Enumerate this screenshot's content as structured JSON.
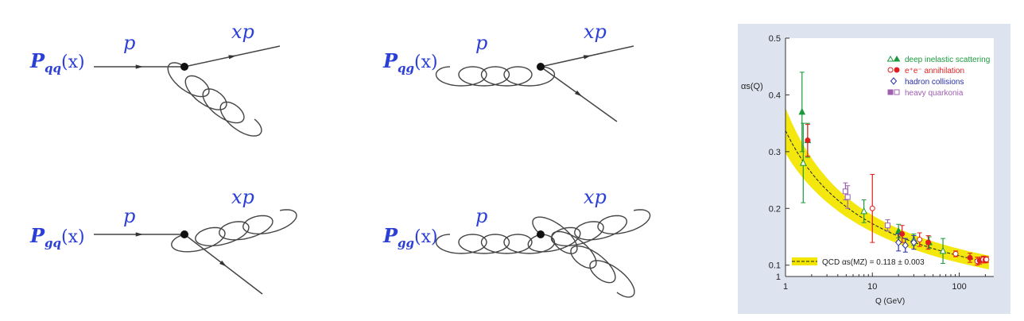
{
  "diagrams": [
    {
      "name": "qq",
      "func": "P",
      "sub": "qq",
      "arg": "(x)",
      "incoming": "p",
      "outgoing": "xp"
    },
    {
      "name": "qg",
      "func": "P",
      "sub": "qg",
      "arg": "(x)",
      "incoming": "p",
      "outgoing": "xp"
    },
    {
      "name": "gq",
      "func": "P",
      "sub": "gq",
      "arg": "(x)",
      "incoming": "p",
      "outgoing": "xp"
    },
    {
      "name": "gg",
      "func": "P",
      "sub": "gg",
      "arg": "(x)",
      "incoming": "p",
      "outgoing": "xp"
    }
  ],
  "colors": {
    "label": "#2b3fd6",
    "band": "#f2e600",
    "green": "#1a9a3c",
    "red": "#e02020",
    "blue": "#2a2fa8",
    "purple": "#a060b0",
    "panel": "#dde3ef"
  },
  "chart_data": {
    "type": "scatter",
    "ylabel": "αs(Q)",
    "xlabel": "Q (GeV)",
    "xscale": "log",
    "xlim": [
      1,
      250
    ],
    "ylim": [
      0.08,
      0.5
    ],
    "x_ticks": [
      "1",
      "10",
      "100"
    ],
    "y_ticks": [
      "0.5",
      "0.4",
      "0.3",
      "0.2",
      "0.1",
      "1"
    ],
    "legend_position": "top-right",
    "series": [
      {
        "name": "deep inelastic scattering",
        "color": "#1a9a3c",
        "points": [
          {
            "x": 1.55,
            "y": 0.37,
            "err": 0.07
          },
          {
            "x": 1.6,
            "y": 0.28,
            "err": 0.07
          },
          {
            "x": 1.8,
            "y": 0.32,
            "err": 0.03
          },
          {
            "x": 8,
            "y": 0.195,
            "err": 0.02
          },
          {
            "x": 20,
            "y": 0.16,
            "err": 0.012
          },
          {
            "x": 30,
            "y": 0.145,
            "err": 0.01
          },
          {
            "x": 45,
            "y": 0.14,
            "err": 0.01
          },
          {
            "x": 65,
            "y": 0.125,
            "err": 0.022
          }
        ]
      },
      {
        "name": "e⁺e⁻ annihilation",
        "color": "#e02020",
        "points": [
          {
            "x": 1.8,
            "y": 0.32,
            "err": 0.028
          },
          {
            "x": 10,
            "y": 0.2,
            "err": 0.06
          },
          {
            "x": 22,
            "y": 0.155,
            "err": 0.015
          },
          {
            "x": 35,
            "y": 0.145,
            "err": 0.012
          },
          {
            "x": 44,
            "y": 0.14,
            "err": 0.012
          },
          {
            "x": 91,
            "y": 0.12,
            "err": 0.005
          },
          {
            "x": 133,
            "y": 0.113,
            "err": 0.008
          },
          {
            "x": 161,
            "y": 0.107,
            "err": 0.007
          },
          {
            "x": 172,
            "y": 0.108,
            "err": 0.006
          },
          {
            "x": 189,
            "y": 0.11,
            "err": 0.006
          },
          {
            "x": 200,
            "y": 0.109,
            "err": 0.005
          },
          {
            "x": 206,
            "y": 0.11,
            "err": 0.005
          }
        ]
      },
      {
        "name": "hadron collisions",
        "color": "#2a2fa8",
        "points": [
          {
            "x": 20,
            "y": 0.14,
            "err": 0.015
          },
          {
            "x": 24,
            "y": 0.135,
            "err": 0.012
          },
          {
            "x": 30,
            "y": 0.14,
            "err": 0.012
          }
        ]
      },
      {
        "name": "heavy quarkonia",
        "color": "#a060b0",
        "points": [
          {
            "x": 4.9,
            "y": 0.23,
            "err": 0.015
          },
          {
            "x": 5.2,
            "y": 0.22,
            "err": 0.02
          },
          {
            "x": 15,
            "y": 0.17,
            "err": 0.01
          }
        ]
      }
    ],
    "fit_label": "QCD αs(MZ) = 0.118 ± 0.003"
  }
}
